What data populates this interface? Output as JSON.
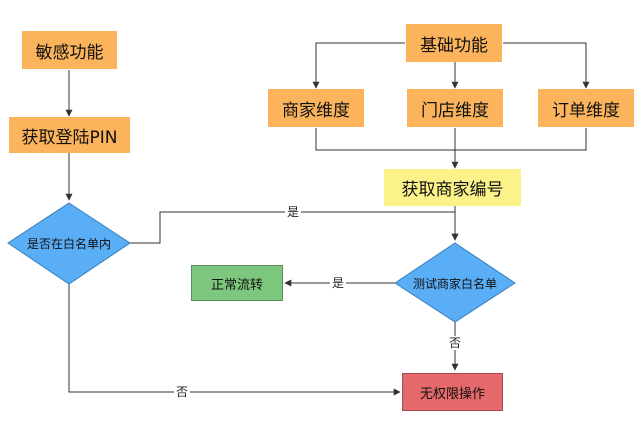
{
  "nodes": {
    "sensitive_function": "敏感功能",
    "get_login_pin": "获取登陆PIN",
    "in_whitelist_check": "是否在白名单内",
    "basic_function": "基础功能",
    "merchant_dimension": "商家维度",
    "store_dimension": "门店维度",
    "order_dimension": "订单维度",
    "get_merchant_id": "获取商家编号",
    "test_merchant_whitelist": "测试商家白名单",
    "normal_flow": "正常流转",
    "no_permission": "无权限操作"
  },
  "edges": {
    "whitelist_yes": "是",
    "test_yes": "是",
    "test_no": "否",
    "whitelist_no": "否"
  },
  "colors": {
    "orange": "#fbb45c",
    "yellow": "#fbf289",
    "diamond_blue": "#5aaef5",
    "green": "#7cc67d",
    "red": "#e5686b"
  }
}
